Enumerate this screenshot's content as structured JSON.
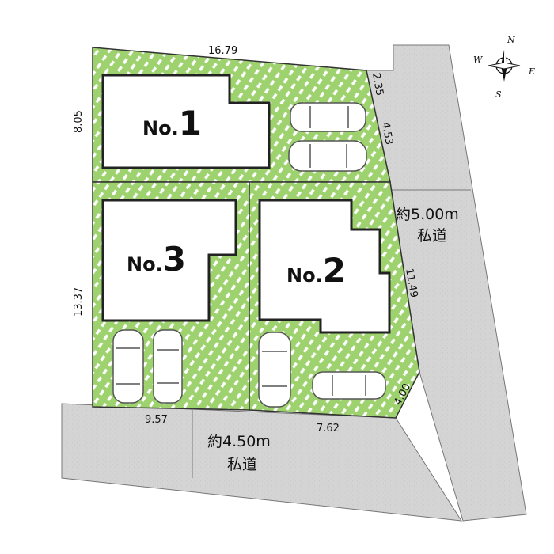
{
  "lots": [
    {
      "id": "lot-1",
      "label_prefix": "No.",
      "label_number": "1"
    },
    {
      "id": "lot-2",
      "label_prefix": "No.",
      "label_number": "2"
    },
    {
      "id": "lot-3",
      "label_prefix": "No.",
      "label_number": "3"
    }
  ],
  "dimensions": {
    "top": "16.79",
    "left_upper": "8.05",
    "left_lower": "13.37",
    "right_small": "2.35",
    "right_upper": "4.53",
    "right_long": "11.49",
    "corner": "4.00",
    "bottom_left": "9.57",
    "bottom_right": "7.62"
  },
  "roads": {
    "east": {
      "width": "約5.00m",
      "name": "私道"
    },
    "south": {
      "width": "約4.50m",
      "name": "私道"
    }
  },
  "compass": {
    "north": "N",
    "south": "S",
    "east": "E",
    "west": "W"
  },
  "colors": {
    "lot_fill": "#9dd26f",
    "road_fill": "#d4d4d4",
    "building_fill": "#ffffff"
  }
}
